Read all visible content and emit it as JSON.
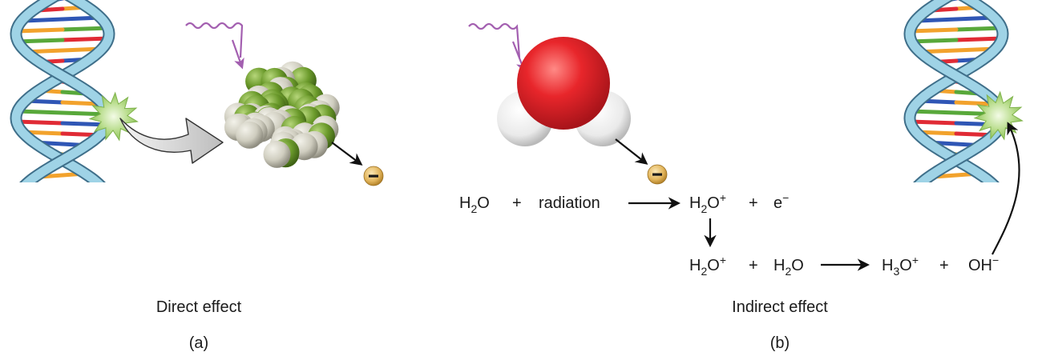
{
  "panel_a": {
    "caption": "Direct effect",
    "label": "(a)"
  },
  "panel_b": {
    "caption": "Indirect effect",
    "label": "(b)"
  },
  "equation_1": {
    "reactant_1": {
      "base": "H",
      "sub": "2",
      "rest": "O"
    },
    "plus_1": "+",
    "reactant_2": "radiation",
    "product_1": {
      "base": "H",
      "sub": "2",
      "rest": "O",
      "sup": "+"
    },
    "plus_2": "+",
    "product_2": {
      "base": "e",
      "sup": "−"
    }
  },
  "equation_2": {
    "reactant_1": {
      "base": "H",
      "sub": "2",
      "rest": "O",
      "sup": "+"
    },
    "plus_1": "+",
    "reactant_2": {
      "base": "H",
      "sub": "2",
      "rest": "O"
    },
    "product_1": {
      "base": "H",
      "sub": "3",
      "rest": "O",
      "sup": "+"
    },
    "plus_2": "+",
    "product_2": {
      "base": "OH",
      "sup": "−"
    }
  },
  "electron_symbol": "−",
  "icons": {
    "dna": "dna-double-helix-icon",
    "nucleus": "atomic-nucleus-icon",
    "water": "water-molecule-icon",
    "radiation": "radiation-wave-icon",
    "electron": "electron-icon",
    "damage": "damage-starburst-icon"
  },
  "colors": {
    "helix_strand": "#9fd3e6",
    "helix_outline": "#3f6f8a",
    "base_red": "#e02b35",
    "base_orange": "#f2a22c",
    "base_blue": "#2f56b5",
    "base_green": "#58a83a",
    "proton_green": "#6b9a2b",
    "neutron_gray": "#cfcdbf",
    "oxygen_red": "#e8262b",
    "hydrogen_white": "#f2f2f2",
    "electron_gold": "#e2b55c",
    "radiation_purple": "#a35fb0",
    "damage_green": "#a9d47a"
  }
}
